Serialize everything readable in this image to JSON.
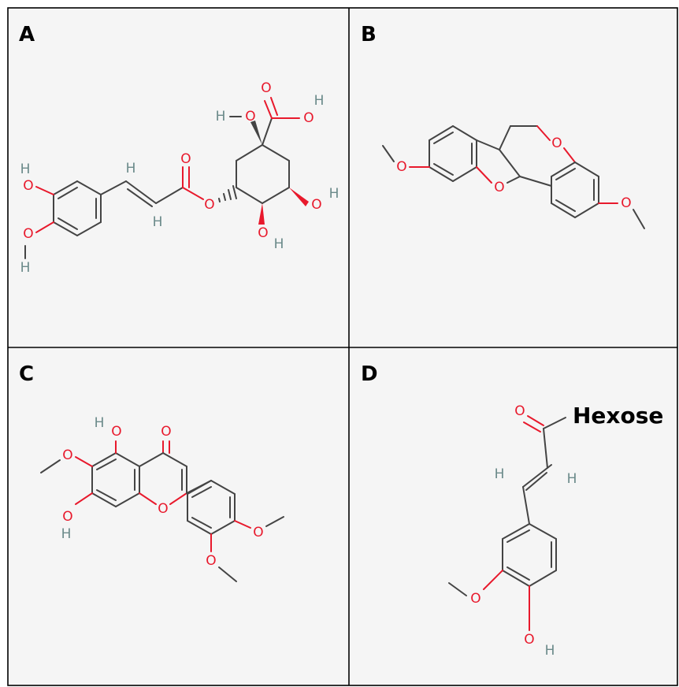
{
  "panels": [
    {
      "label": "A"
    },
    {
      "label": "B"
    },
    {
      "label": "C"
    },
    {
      "label": "D",
      "substituent_label": "Hexose"
    }
  ],
  "atoms": {
    "oxygen": "O",
    "hydrogen": "H"
  },
  "colors": {
    "oxygen": "#e8192c",
    "hydrogen": "#6b8a8a",
    "bond": "#444444",
    "panel_background": "#f5f5f5"
  }
}
